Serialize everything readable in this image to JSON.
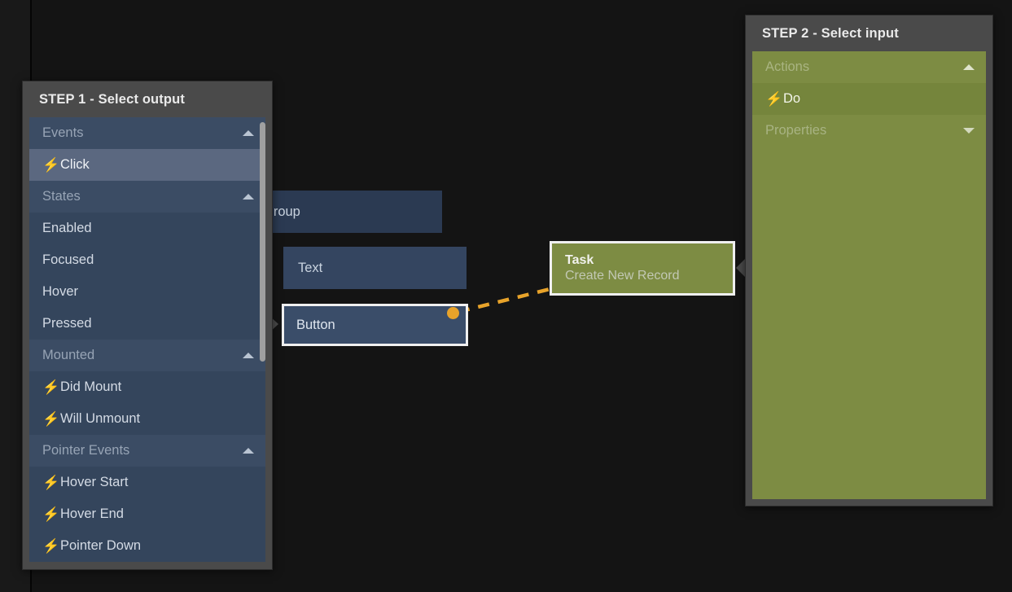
{
  "canvas": {
    "background_color": "#141414",
    "nodes": [
      {
        "id": "group",
        "title": "Group",
        "subtitle": "",
        "type": "component",
        "color": "#2b3a52",
        "selected": false
      },
      {
        "id": "text",
        "title": "Text",
        "subtitle": "",
        "type": "component",
        "color": "#344560",
        "selected": false
      },
      {
        "id": "button",
        "title": "Button",
        "subtitle": "",
        "type": "component",
        "color": "#3a4d69",
        "selected": true
      },
      {
        "id": "task",
        "title": "Task",
        "subtitle": "Create New Record",
        "type": "task",
        "color": "#7d8c43",
        "selected": true
      }
    ],
    "connection": {
      "from": "button",
      "to": "task",
      "style": "dashed",
      "color": "#e8a32a",
      "arrow": "triangle-right"
    }
  },
  "step1": {
    "header": "STEP 1 - Select output",
    "accent_color": "#34455c",
    "scrollbar": {
      "visible": true,
      "thumb_color": "#a0a0a0"
    },
    "rows": [
      {
        "label": "Events",
        "kind": "group",
        "chevron": "up",
        "icon": "",
        "selected": false
      },
      {
        "label": "Click",
        "kind": "item",
        "chevron": "",
        "icon": "bolt-icon",
        "selected": true
      },
      {
        "label": "States",
        "kind": "group",
        "chevron": "up",
        "icon": "",
        "selected": false
      },
      {
        "label": "Enabled",
        "kind": "item",
        "chevron": "",
        "icon": "",
        "selected": false
      },
      {
        "label": "Focused",
        "kind": "item",
        "chevron": "",
        "icon": "",
        "selected": false
      },
      {
        "label": "Hover",
        "kind": "item",
        "chevron": "",
        "icon": "",
        "selected": false
      },
      {
        "label": "Pressed",
        "kind": "item",
        "chevron": "",
        "icon": "",
        "selected": false
      },
      {
        "label": "Mounted",
        "kind": "group",
        "chevron": "up",
        "icon": "",
        "selected": false
      },
      {
        "label": "Did Mount",
        "kind": "item",
        "chevron": "",
        "icon": "bolt-icon",
        "selected": false
      },
      {
        "label": "Will Unmount",
        "kind": "item",
        "chevron": "",
        "icon": "bolt-icon",
        "selected": false
      },
      {
        "label": "Pointer Events",
        "kind": "group",
        "chevron": "up",
        "icon": "",
        "selected": false
      },
      {
        "label": "Hover Start",
        "kind": "item",
        "chevron": "",
        "icon": "bolt-icon",
        "selected": false
      },
      {
        "label": "Hover End",
        "kind": "item",
        "chevron": "",
        "icon": "bolt-icon",
        "selected": false
      },
      {
        "label": "Pointer Down",
        "kind": "item",
        "chevron": "",
        "icon": "bolt-icon",
        "selected": false
      }
    ]
  },
  "step2": {
    "header": "STEP 2 - Select input",
    "accent_color": "#7d8c43",
    "scrollbar": {
      "visible": false
    },
    "rows": [
      {
        "label": "Actions",
        "kind": "group",
        "chevron": "up",
        "icon": "",
        "selected": false
      },
      {
        "label": "Do",
        "kind": "item",
        "chevron": "",
        "icon": "bolt-icon",
        "selected": true
      },
      {
        "label": "Properties",
        "kind": "group",
        "chevron": "down",
        "icon": "",
        "selected": false,
        "muted": true
      }
    ]
  },
  "icons": {
    "bolt": "⚡"
  }
}
